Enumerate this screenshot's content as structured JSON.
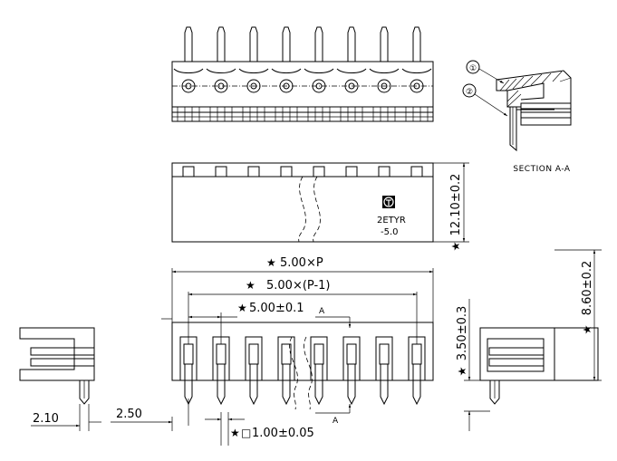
{
  "section_label": "SECTION A-A",
  "callouts": [
    "①",
    "②"
  ],
  "body_marking": {
    "icon": "connector-logo-icon",
    "part": "2ETYR",
    "pitch": "-5.0"
  },
  "dimensions": {
    "height_body": "12.10±0.2",
    "pitch_total": "5.00×P",
    "pitch_minus_one": "5.00×(P-1)",
    "pitch_single": "5.00±0.1",
    "side_height": "8.60±0.2",
    "pin_offset": "3.50±0.3",
    "left_210": "2.10",
    "left_250": "2.50",
    "pin_size": "1.00±0.05",
    "section_mark": "A",
    "star": "★",
    "square": "□"
  },
  "pin_count": 8
}
